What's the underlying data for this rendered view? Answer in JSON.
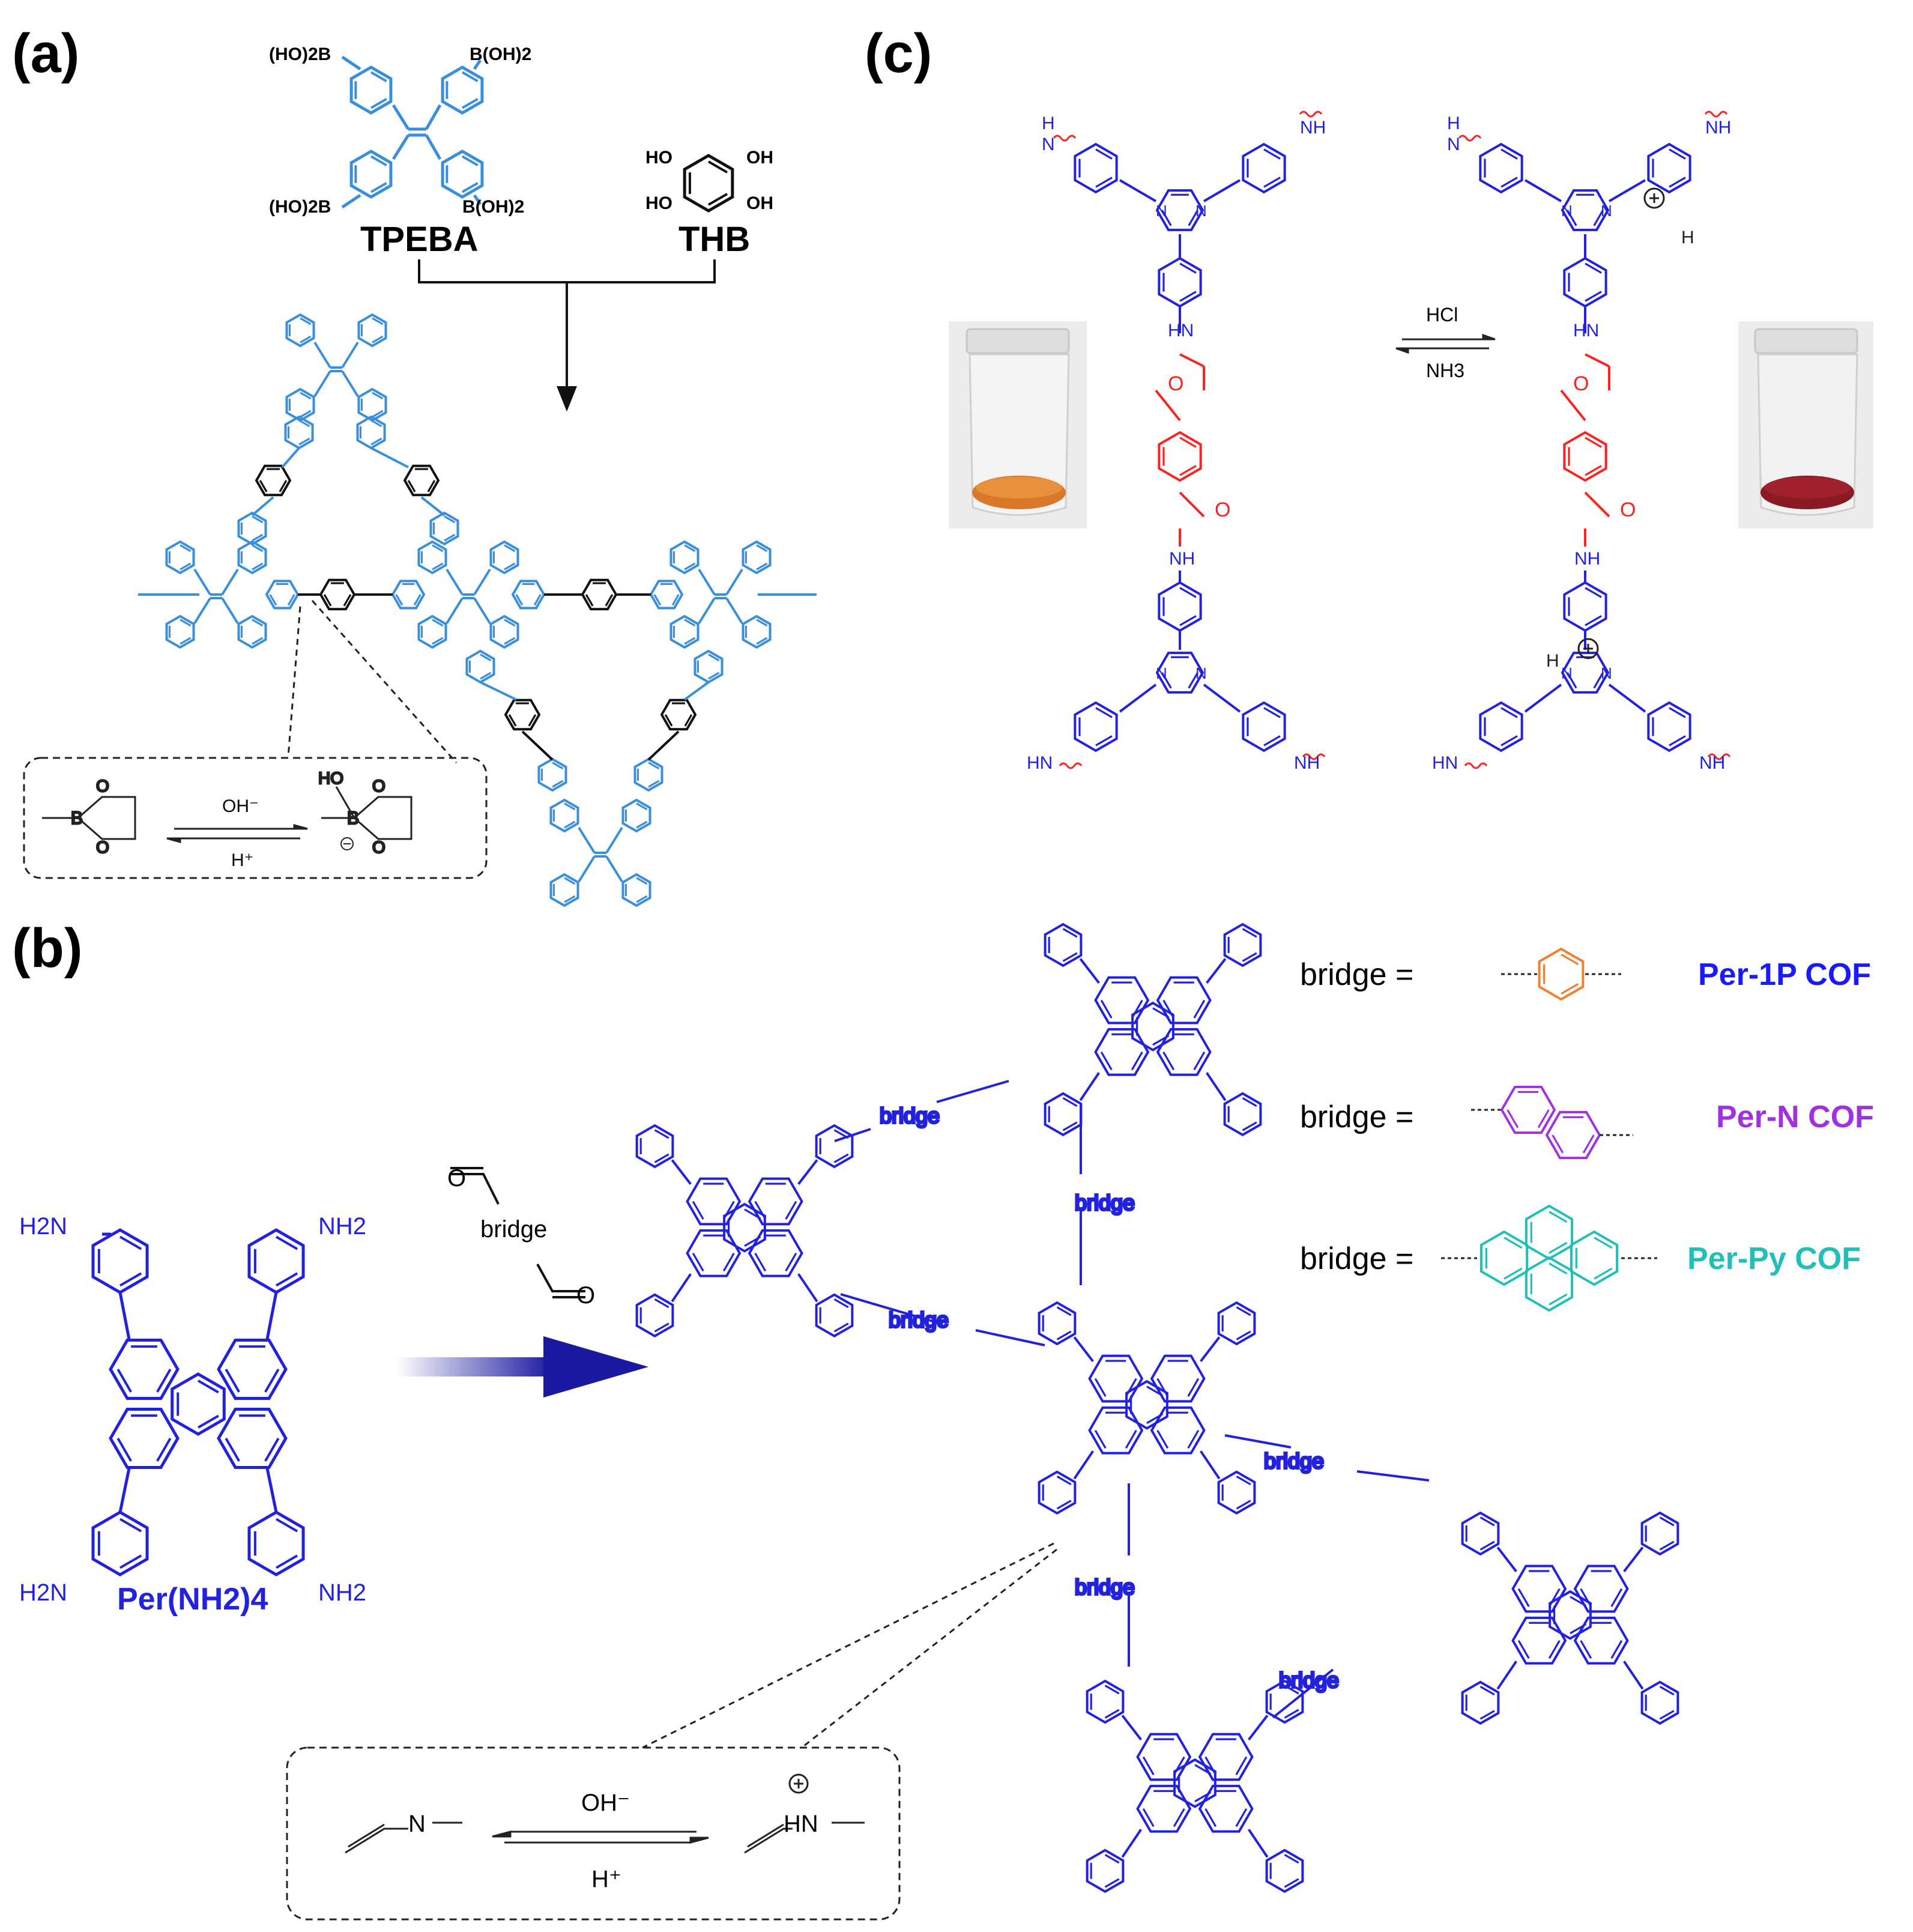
{
  "panels": {
    "a": {
      "label": "(a)",
      "reagent1": "TPEBA",
      "reagent2": "THB",
      "tpeba_groups": [
        "(HO)2B",
        "B(OH)2",
        "(HO)2B",
        "B(OH)2"
      ],
      "thb_groups": [
        "HO",
        "OH",
        "HO",
        "OH"
      ],
      "equilibrium": {
        "forward": "OH⁻",
        "backward": "H⁺"
      }
    },
    "b": {
      "label": "(b)",
      "monomer": "Per(NH2)4",
      "amine_groups": [
        "H2N",
        "NH2",
        "H2N",
        "NH2"
      ],
      "linker_label": "bridge",
      "network_bridge_label": "bridge",
      "bridge_eq": "bridge =",
      "cofs": [
        {
          "name": "Per-1P COF",
          "color": "#1a1aff",
          "bridge_color": "#f08030"
        },
        {
          "name": "Per-N COF",
          "color": "#a030e0",
          "bridge_color": "#a030e0"
        },
        {
          "name": "Per-Py COF",
          "color": "#20c0b8",
          "bridge_color": "#20c0b8"
        }
      ],
      "equilibrium": {
        "forward": "OH⁻",
        "backward": "H⁺"
      }
    },
    "c": {
      "label": "(c)",
      "acid": "HCl",
      "base": "NH3",
      "nh_labels": [
        "NH",
        "HN",
        "NH",
        "HN"
      ]
    }
  },
  "colors": {
    "tpeba": "#3a8fdc",
    "thb": "#111111",
    "perylene": "#2222dd",
    "triazine": "#2222dd",
    "linker_red": "#ff2020",
    "orange_powder": "#d9782a",
    "red_powder": "#8a1a24"
  }
}
